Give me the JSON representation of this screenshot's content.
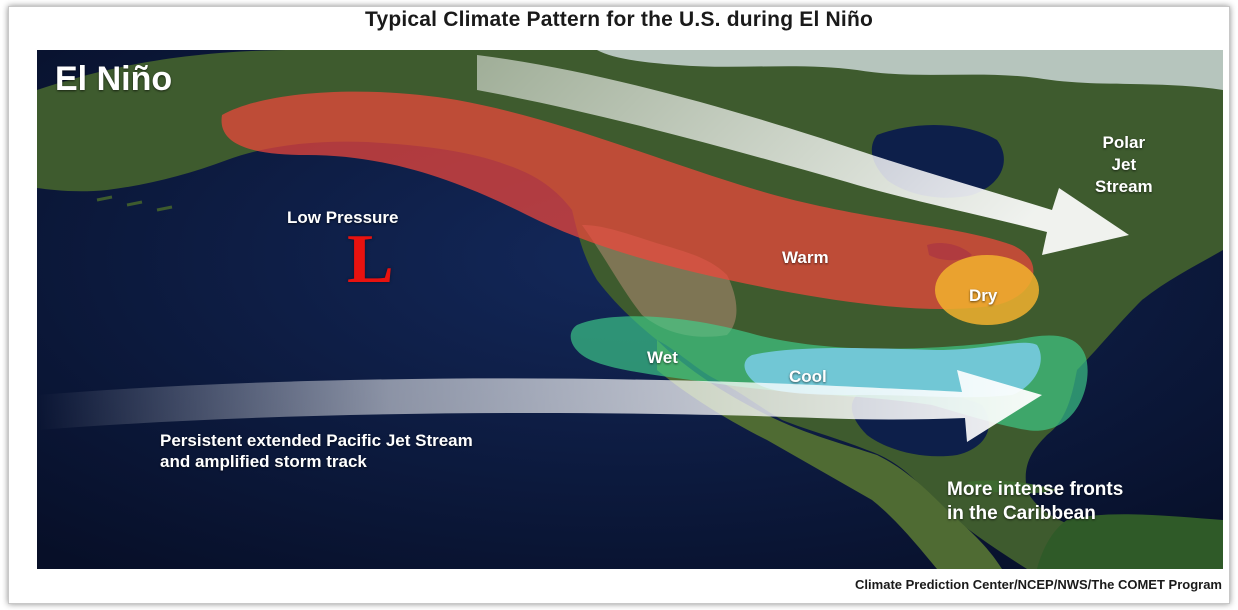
{
  "title": "Typical Climate Pattern for the U.S. during El Niño",
  "badge": "El Niño",
  "pressure": {
    "label": "Low Pressure",
    "symbol": "L",
    "symbol_color": "#e8120f"
  },
  "regions": [
    {
      "label": "Warm",
      "color": "#f0463c"
    },
    {
      "label": "Dry",
      "color": "#f2b12e"
    },
    {
      "label": "Wet",
      "color": "#3fcf8a"
    },
    {
      "label": "Cool",
      "color": "#7ecff0"
    }
  ],
  "jets": {
    "polar": [
      "Polar",
      "Jet",
      "Stream"
    ],
    "pacific": [
      "Persistent extended Pacific Jet Stream",
      "and amplified storm track"
    ]
  },
  "caribbean": [
    "More intense fronts",
    "in the Caribbean"
  ],
  "credit": "Climate Prediction Center/NCEP/NWS/The COMET Program",
  "colors": {
    "ocean": "#0b1a3d",
    "land": "#3c5a2c",
    "desert": "#8a7a5a"
  }
}
